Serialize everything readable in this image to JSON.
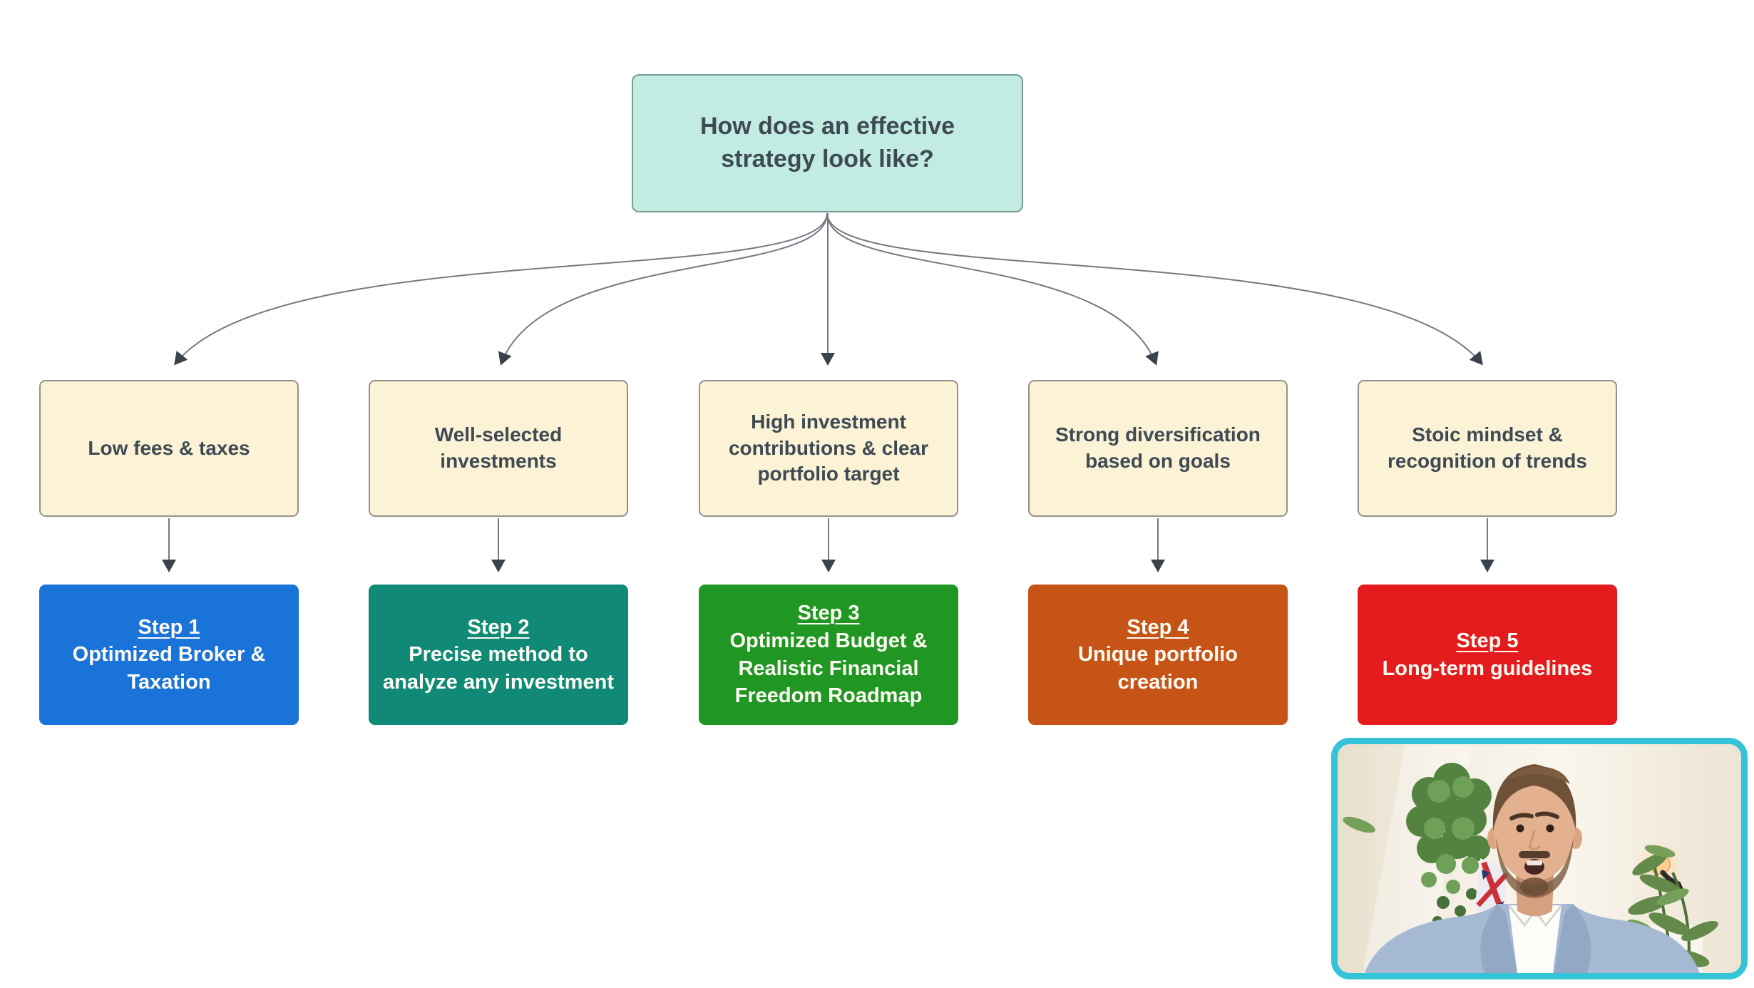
{
  "page": {
    "background": "#ffffff"
  },
  "diagram": {
    "root": {
      "label": "How does an effective strategy look like?",
      "bg": "#c2ebe2",
      "border": "#7b9b95",
      "text_color": "#3e4a54"
    },
    "branch_style": {
      "bg": "#fcf2d5",
      "border": "#93928a",
      "text_color": "#3e4a54"
    },
    "branches": [
      {
        "label": "Low fees & taxes"
      },
      {
        "label": "Well-selected investments"
      },
      {
        "label": "High investment contributions & clear portfolio target"
      },
      {
        "label": "Strong diversification based on goals"
      },
      {
        "label": "Stoic mindset & recognition of trends"
      }
    ],
    "steps": [
      {
        "title": "Step 1",
        "label": "Optimized Broker & Taxation",
        "bg": "#1a73d8"
      },
      {
        "title": "Step 2",
        "label": "Precise method to analyze any investment",
        "bg": "#108a76"
      },
      {
        "title": "Step 3",
        "label": "Optimized Budget & Realistic Financial Freedom Roadmap",
        "bg": "#209623"
      },
      {
        "title": "Step 4",
        "label": "Unique portfolio creation",
        "bg": "#c75417"
      },
      {
        "title": "Step 5",
        "label": "Long-term guidelines",
        "bg": "#e41b1d"
      }
    ],
    "step_text_color": "#fdfbf4",
    "connector_color": "#747a82",
    "arrowhead_color": "#3a424c"
  },
  "webcam": {
    "border_color": "#35c3d8",
    "content": "presenter speaking on camera"
  }
}
